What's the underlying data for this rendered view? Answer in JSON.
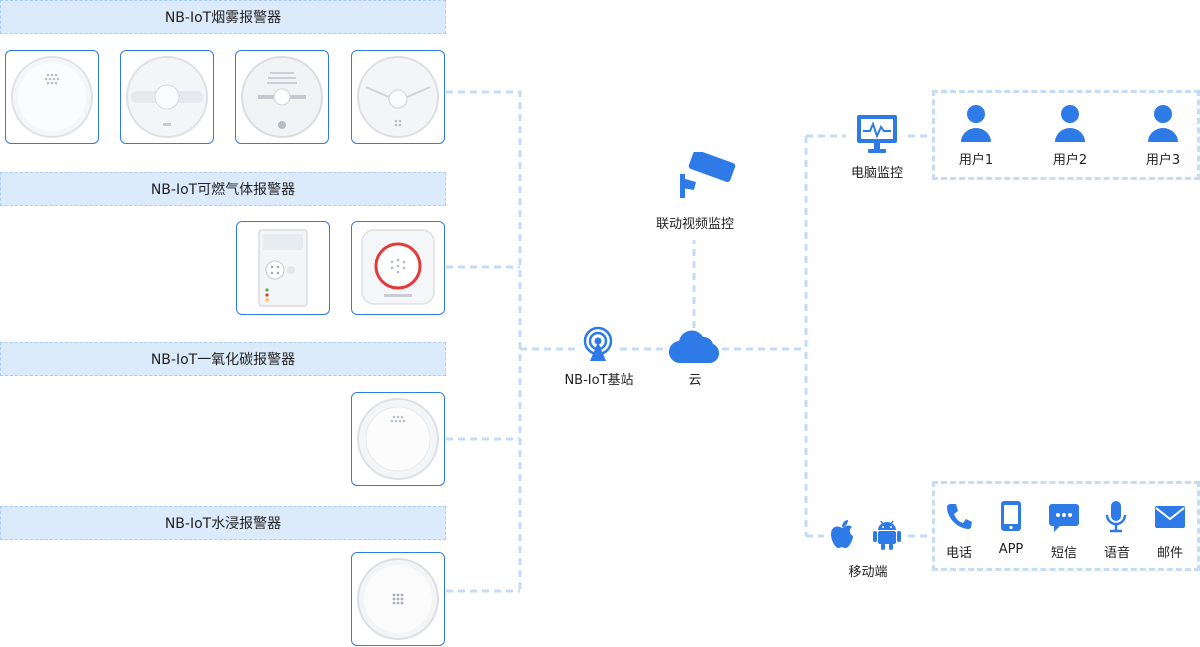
{
  "groups": {
    "smoke": "NB-IoT烟雾报警器",
    "gas": "NB-IoT可燃气体报警器",
    "co": "NB-IoT一氧化碳报警器",
    "water": "NB-IoT水浸报警器"
  },
  "nodes": {
    "base_station": "NB-IoT基站",
    "cloud": "云",
    "video": "联动视频监控",
    "pc": "电脑监控",
    "mobile": "移动端"
  },
  "users": [
    "用户1",
    "用户2",
    "用户3"
  ],
  "notify": {
    "phone": "电话",
    "app": "APP",
    "sms": "短信",
    "voice": "语音",
    "mail": "邮件"
  },
  "colors": {
    "accent": "#2e7be8",
    "link": "#c6dcf5",
    "band": "#dcebfb"
  },
  "icons": [
    "camera-icon",
    "antenna-icon",
    "cloud-icon",
    "monitor-icon",
    "user-icon",
    "apple-icon",
    "android-icon",
    "phone-icon",
    "mobile-icon",
    "chat-icon",
    "microphone-icon",
    "mail-icon"
  ]
}
